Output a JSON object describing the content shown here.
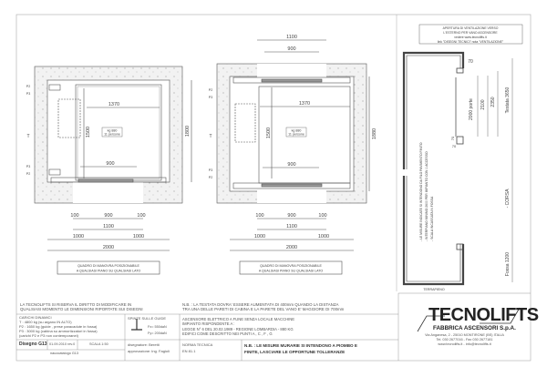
{
  "plan_left": {
    "load": "kg 880",
    "persons": "11 persone",
    "cabin_width": "1370",
    "cabin_depth": "1500",
    "door_inner": "900",
    "shaft_depth": "1800",
    "jamb_l": "100",
    "door": "900",
    "jamb_r": "100",
    "opening": "1100",
    "half_l": "1000",
    "half_r": "1000",
    "shaft_width": "2000",
    "labels": [
      "P2",
      "P3",
      "T",
      "P3",
      "P2"
    ],
    "note_line1": "QUADRO DI MANOVRA POSIZIONABILE",
    "note_line2": "A QUALSIASI PIANO SU QUALSIASI LATO"
  },
  "plan_center": {
    "top_opening": "1100",
    "top_door": "900",
    "load": "kg 880",
    "persons": "11 persone",
    "cabin_width": "1370",
    "cabin_depth": "1500",
    "door_inner": "900",
    "shaft_depth": "1880",
    "jamb_l": "100",
    "door": "900",
    "jamb_r": "100",
    "opening": "1100",
    "half_l": "1000",
    "half_r": "1000",
    "shaft_width": "2000",
    "labels": [
      "P2",
      "P3",
      "T",
      "P3",
      "P2"
    ],
    "note_line1": "QUADRO DI MANOVRA POSIZIONABILE",
    "note_line2": "A QUALSIASI PIANO SU QUALSIASI LATO"
  },
  "section": {
    "vent_note": [
      "APERTURA DI VENTILAZIONE VERSO",
      "L'ESTERNO PER VANO ASCENSORE",
      "vedere www.tecnolifts.it",
      "link \"DISEGNI TECNICI\" nota \"VENTILAZIONE\""
    ],
    "dim_70_top": "70",
    "door_height": "2000 porte",
    "h2100": "2100",
    "h2350": "2350",
    "headroom": "Testata 3650",
    "dim_70_a": "70",
    "dim_70_b": "70",
    "travel": "- CORSA",
    "pit": "Fossa 1200",
    "ground": "TERRAPIENO",
    "notes": [
      "- LE MISURE INDICATE SI INTENDONO DA FILO PAVIMENTO FINITO",
      "- INTERPIANO MINIMO 2600 PER IMPIANTO CON 1 ACCESSO",
      "- SCALA INCASSATA IN FOSSA"
    ]
  },
  "title_block": {
    "reserve": [
      "LA TECNOLIFTS SI RISERVA IL DIRITTO DI MODIFICARE IN",
      "QUALSIASI MOMENTO LE DIMENSIONI RIPORTATE SUI DISEGNI"
    ],
    "nb_top": [
      "N.B. : LA TESTATA DOVRA' ESSERE AUMENTATA DI 400mm QUANDO LA DISTANZA",
      "TRA UNA DELLE PARETI DI CABINA E LA PARETE DEL VANO E' MAGGIORE DI 700mm"
    ],
    "loads": [
      "CARICHI DINAMICI",
      "T : 4800 kg (su argano IN ALTO)",
      "P2 : 1650 kg (guide , prese paracadute in fossa)",
      "P3 : 3000 kg (cabina su ammortizzatori in fossa)",
      "(carichi P2 e P3 non contemporanei)"
    ],
    "forces_title": "SPINTE SULLE GUIDE",
    "fx": "Fx= 550daN",
    "fy": "Fy= 200daN",
    "spec": [
      "ASCENSORE ELETTRICO A FUNE SENZA LOCALE MACCHINE",
      "IMPIANTO RISPONDENTE A :",
      "LEGGE N° 6 DEL 20.02.1989 - REGIONE LOMBARDIA - 880 KG",
      "EDIFICI COME DESCRITTO NEI PUNTI A , C , F , G"
    ],
    "drawing": "Disegno G13",
    "date": "01.09.2010 rev.0",
    "scale": "SCALA 1:50",
    "file": "nauocatalogo G13",
    "designer": "disegnatore: Beretti",
    "approval": "approvazione: Ing. Fagioli",
    "norm_title": "NORMA TECNICA",
    "norm": "EN 81.1",
    "nb_bottom": [
      "N.B. : LE MISURE MURARIE SI INTENDONO A PIOMBO E",
      "FINITE, LASCIARE LE OPPORTUNE TOLLERANZE"
    ],
    "logo": "TECNOLIFTS",
    "company": "FABBRICA ASCENSORI S.p.A.",
    "address": "Via Anganesa, 2 - 25010 MONTIRONE (BS) ITALIA",
    "phone": "Tel. 030 2677016 - Fax 030 2677181",
    "web": "www.tecnolifts.it - info@tecnolifts.it"
  }
}
